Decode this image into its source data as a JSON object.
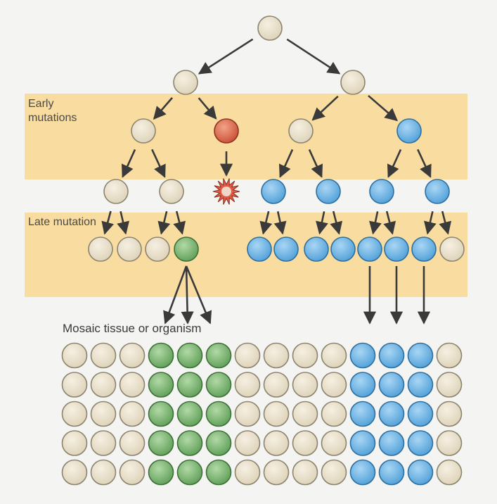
{
  "labels": {
    "early": "Early mutations",
    "late": "Late mutation",
    "mosaic": "Mosaic tissue or organism"
  },
  "colors": {
    "background": "#f4f4f3",
    "band": "#f8dca0",
    "normal_cell": "#e9e0cc",
    "mutant_red": "#de7155",
    "mutant_blue": "#74b8e6",
    "mutant_green": "#7fb776",
    "dead_cell": "#e05a47",
    "arrow": "#3a3a3a"
  },
  "tree": {
    "cells": [
      {
        "id": "root",
        "type": "normal"
      },
      {
        "id": "g1-left",
        "type": "normal"
      },
      {
        "id": "g1-right",
        "type": "normal"
      },
      {
        "id": "g2-a",
        "type": "normal"
      },
      {
        "id": "g2-b",
        "type": "red"
      },
      {
        "id": "g2-c",
        "type": "normal"
      },
      {
        "id": "g2-d",
        "type": "blue"
      },
      {
        "id": "g3-a",
        "type": "normal"
      },
      {
        "id": "g3-b",
        "type": "normal"
      },
      {
        "id": "g3-dead",
        "type": "dead"
      },
      {
        "id": "g3-c",
        "type": "blue"
      },
      {
        "id": "g3-d",
        "type": "blue"
      },
      {
        "id": "g3-e",
        "type": "blue"
      },
      {
        "id": "g3-f",
        "type": "blue"
      },
      {
        "id": "g4-1",
        "type": "normal"
      },
      {
        "id": "g4-2",
        "type": "normal"
      },
      {
        "id": "g4-3",
        "type": "normal"
      },
      {
        "id": "g4-4",
        "type": "green"
      },
      {
        "id": "g4-5",
        "type": "blue"
      },
      {
        "id": "g4-6",
        "type": "blue"
      },
      {
        "id": "g4-7",
        "type": "blue"
      },
      {
        "id": "g4-8",
        "type": "blue"
      },
      {
        "id": "g4-9",
        "type": "blue"
      },
      {
        "id": "g4-10",
        "type": "blue"
      },
      {
        "id": "g4-11",
        "type": "blue"
      },
      {
        "id": "g4-12",
        "type": "normal"
      }
    ]
  },
  "mosaic": {
    "rows": 5,
    "column_types": [
      "normal",
      "normal",
      "normal",
      "green",
      "green",
      "green",
      "normal",
      "normal",
      "normal",
      "normal",
      "blue",
      "blue",
      "blue",
      "normal"
    ]
  }
}
